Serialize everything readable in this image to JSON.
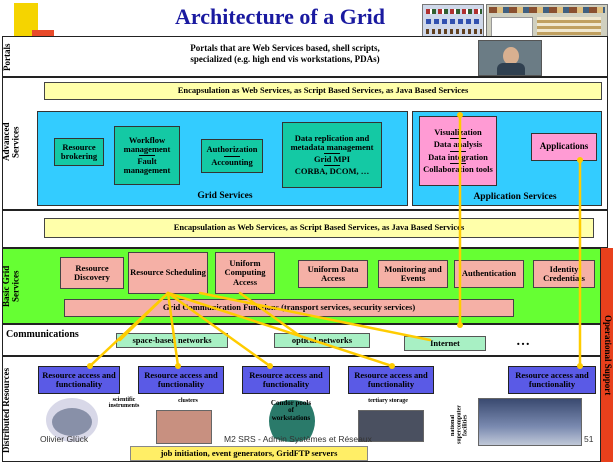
{
  "title": "Architecture of a Grid",
  "layers": {
    "portals": "Portals",
    "advanced": "Advanced Services",
    "basic": "Basic Grid Services",
    "communications": "Communications",
    "distributed": "Distributed Resources",
    "operational": "Operational Support"
  },
  "portals_text_1": "Portals that are Web Services based, shell scripts,",
  "portals_text_2": "specialized (e.g. high end vis workstations, PDAs)",
  "encapsulation_top": "Encapsulation as Web Services, as Script Based Services, as Java Based Services",
  "encapsulation_mid": "Encapsulation as Web Services, as Script Based Services, as Java Based Services",
  "grid_services": {
    "label": "Grid Services",
    "resource_brokering": "Resource brokering",
    "workflow": "Workflow management",
    "fault": "Fault management",
    "authorization": "Authorization",
    "accounting": "Accounting",
    "data_replication": "Data replication and metadata management",
    "grid_mpi": "Grid MPI",
    "corba": "CORBA, DCOM, …"
  },
  "application_services": {
    "label": "Application Services",
    "visualization": "Visualization",
    "data_analysis": "Data analysis",
    "data_integration": "Data integration",
    "collaboration": "Collaboration tools",
    "applications": "Applications"
  },
  "basic_services": {
    "resource_discovery": "Resource Discovery",
    "resource_scheduling": "Resource Scheduling",
    "uniform_computing": "Uniform Computing Access",
    "uniform_data": "Uniform Data Access",
    "monitoring": "Monitoring and Events",
    "authentication": "Authentication",
    "identity": "Identity Credentials",
    "gcf": "Grid Communication Functions (transport services, security services)"
  },
  "communications": {
    "space": "space-based networks",
    "optical": "optical networks",
    "internet": "Internet",
    "ellipsis": "…"
  },
  "resources": {
    "box_label": "Resource access and functionality",
    "scientific": "scientific instruments",
    "clusters": "clusters",
    "condor": "Condor pools of workstations",
    "tertiary": "tertiary storage",
    "national": "national supercomputer facilities",
    "job": "job initiation, event generators, GridFTP servers"
  },
  "footer": {
    "author": "Olivier Glück",
    "course": "M2 SRS - Admin Systèmes et Réseaux",
    "page": "51"
  },
  "colors": {
    "advanced_bg": "#33ccff",
    "basic_bg": "#66ff33",
    "comm_bg": "#ffffff",
    "operational_bar": "#e8401c",
    "connector": "#ffcc00"
  }
}
